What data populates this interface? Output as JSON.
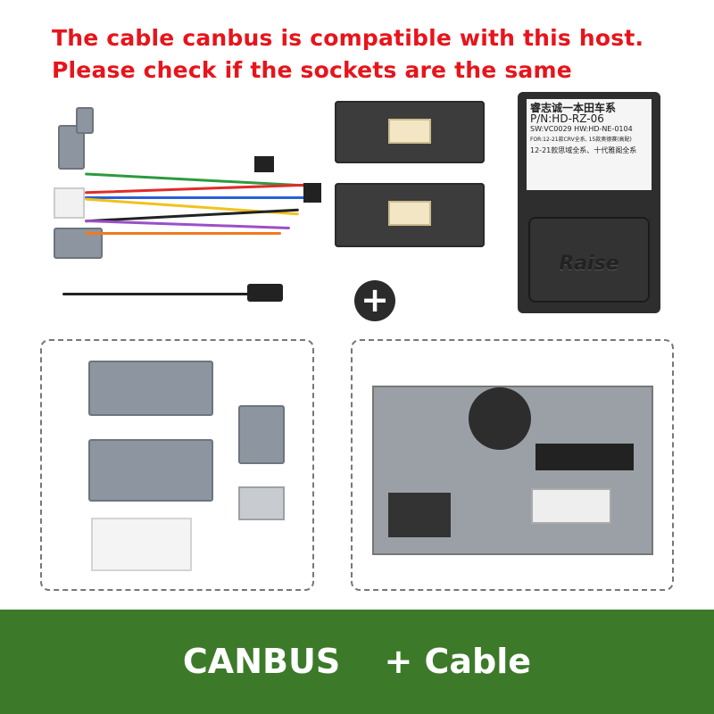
{
  "headline": {
    "line1": "The cable canbus is compatible with this host.",
    "line2": "Please check if the sockets are the same",
    "color": "#e8141b"
  },
  "canbus_box": {
    "brand_title": "睿志诚一本田车系",
    "pn": "P/N:HD-RZ-06",
    "sw": "SW:VC0029 HW:HD-NE-0104",
    "line1": "FOR:12-21款CRV全系, 15款奥德赛(高配)",
    "line2": "12-21款思域全系、十代雅阁全系",
    "logo": "Raise"
  },
  "plus_icon": "plus-icon",
  "footer": {
    "left": "CANBUS",
    "right": "+ Cable",
    "background": "#3c7a2a"
  }
}
